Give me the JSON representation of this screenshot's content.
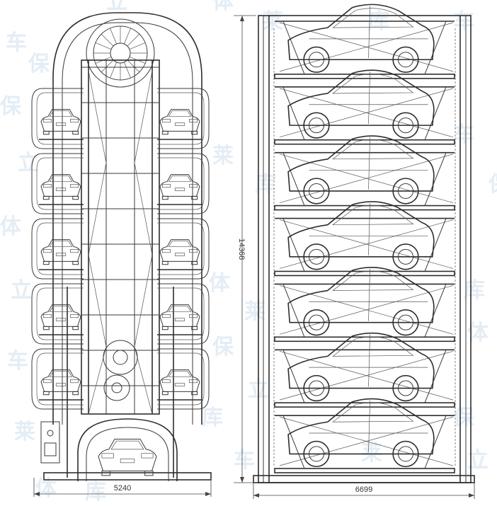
{
  "dimensions": {
    "front_width": "5240",
    "side_depth": "6699",
    "total_height": "14368"
  },
  "watermark": {
    "chars": [
      "车",
      "保",
      "立",
      "体",
      "莱",
      "库"
    ]
  },
  "front_view": {
    "levels": 5,
    "bottom_car": 1
  },
  "side_view": {
    "levels": 7
  },
  "colors": {
    "line": "#3a3a3a",
    "watermark": "#cfe0ee"
  }
}
